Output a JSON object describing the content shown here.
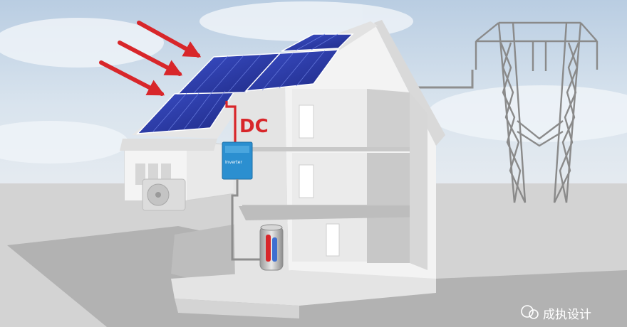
{
  "diagram": {
    "labels": {
      "dc": "DC",
      "inverter": "Inverter"
    },
    "watermark": {
      "text": "成执设计"
    },
    "colors": {
      "sky": "#c6d6e6",
      "ground": "#d2d2d2",
      "shadow": "#b3b3b3",
      "wall": "#f3f3f3",
      "panel": "#2d3aa6",
      "arrow": "#d8262a",
      "dc_wire": "#d8262a",
      "ac_wire": "#8e8e8e",
      "inverter": "#2b8fd0",
      "tower": "#8a8a8a"
    }
  }
}
